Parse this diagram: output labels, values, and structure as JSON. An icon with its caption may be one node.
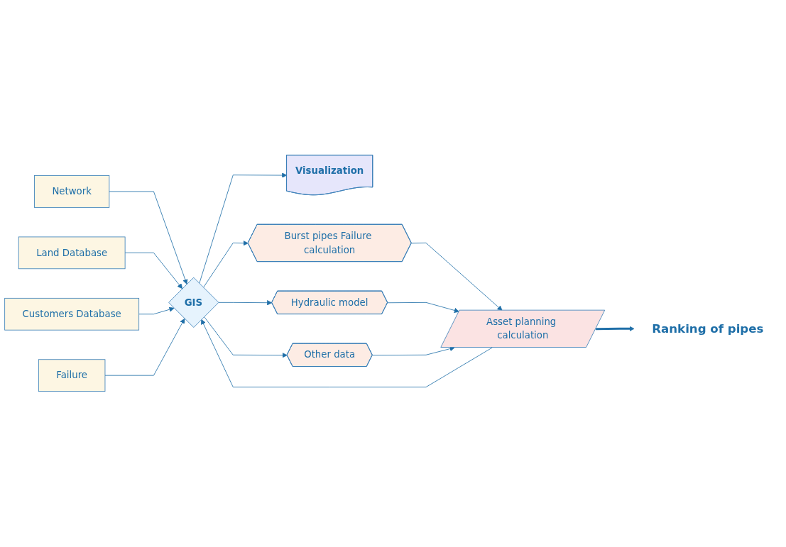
{
  "diagram": {
    "nodes": [
      {
        "text": [
          "Visualization"
        ]
      },
      {
        "text": [
          "Ranking of pipes"
        ]
      },
      {
        "text": [
          "Network"
        ]
      },
      {
        "text": [
          "GIS"
        ]
      },
      {
        "text": [
          "Asset planning calculation"
        ]
      },
      {
        "text": [
          "Land Database"
        ]
      },
      {
        "text": [
          "Customers Database"
        ]
      },
      {
        "text": [
          "Failure"
        ]
      },
      {
        "text": [
          "Burst pipes Failure calculation"
        ]
      },
      {
        "text": [
          "Hydraulic model"
        ]
      },
      {
        "text": [
          "Other data"
        ]
      }
    ],
    "edges": [
      {
        "from": 2,
        "to": 3,
        "arrow": "to"
      },
      {
        "from": 5,
        "to": 3,
        "arrow": "to"
      },
      {
        "from": 6,
        "to": 3,
        "arrow": "to"
      },
      {
        "from": 7,
        "to": 3,
        "arrow": "to"
      },
      {
        "from": 3,
        "to": 0,
        "arrow": "to"
      },
      {
        "from": 4,
        "to": 3,
        "arrow": "to"
      },
      {
        "from": 4,
        "to": 1,
        "arrow": "to",
        "style": "thick"
      },
      {
        "from": 3,
        "to": 8,
        "arrow": "to"
      },
      {
        "from": 3,
        "to": 9,
        "arrow": "to"
      },
      {
        "from": 3,
        "to": 10,
        "arrow": "to"
      },
      {
        "from": 8,
        "to": 4,
        "arrow": "to"
      },
      {
        "from": 9,
        "to": 4,
        "arrow": "to"
      },
      {
        "from": 10,
        "to": 4,
        "arrow": "to"
      }
    ]
  }
}
